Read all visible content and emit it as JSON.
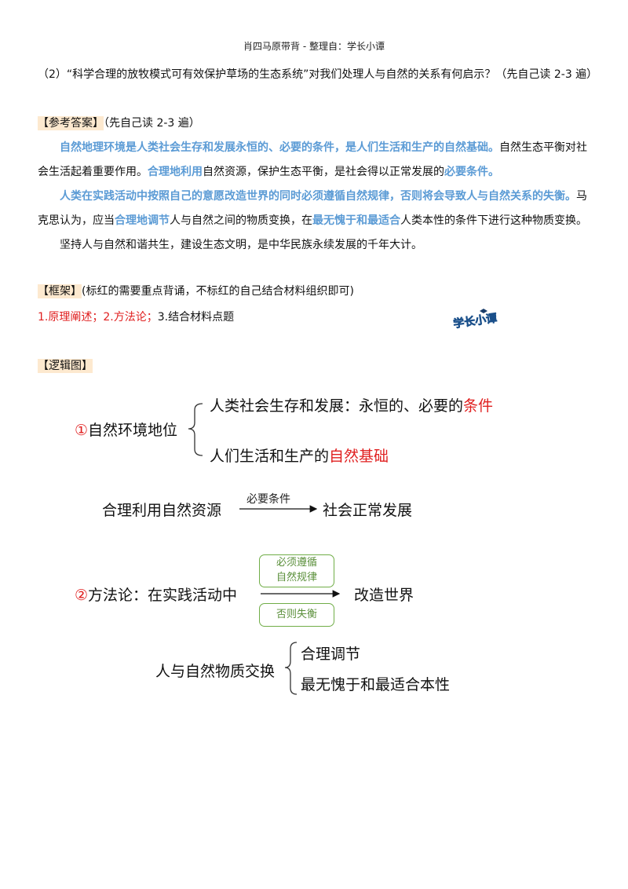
{
  "header": "肖四马原带背 - 整理自：学长小谭",
  "question": "（2）“科学合理的放牧模式可有效保护草场的生态系统”对我们处理人与自然的关系有何启示？（先自己读 2-3 遍）",
  "answer_label": "【参考答案】",
  "answer_note": "（先自己读 2-3 遍）",
  "answer": {
    "p1_b1": "自然地理环境是人类社会生存和发展永恒的、必要的条件，是人们生活和生产的自然基础。",
    "p1_t1": "自然生态平衡对社会生活起着重要作用。",
    "p1_b2": "合理地利用",
    "p1_t2": "自然资源，保护生态平衡，是社会得以正常发展的",
    "p1_b3": "必要条件。",
    "p2_b1": "人类在实践活动中按照自己的意愿改造世界的同时必须遵循自然规律，否则将会导致人与自然关系的失衡。",
    "p2_t1": "马克思认为，应当",
    "p2_b2": "合理地调节",
    "p2_t2": "人与自然之间的物质变换，在",
    "p2_b3": "最无愧于和最适合",
    "p2_t3": "人类本性的条件下进行这种物质变换。",
    "p3": "坚持人与自然和谐共生，建设生态文明，是中华民族永续发展的千年大计。"
  },
  "framework_label": "【框架】",
  "framework_note": "(标红的需要重点背诵，不标红的自己结合材料组织即可)",
  "framework_red": "1.原理阐述；2.方法论；",
  "framework_rest": "3.结合材料点题",
  "logo_text": "学长小谭",
  "logic_label": "【逻辑图】",
  "diagram": {
    "n1_circle": "①",
    "n1_text": "自然环境地位",
    "b1_text": "人类社会生存和发展：永恒的、必要的",
    "b1_red": "条件",
    "b2_text": "人们生活和生产的",
    "b2_red": "自然基础",
    "use_left": "合理利用自然资源",
    "use_arrow_label": "必要条件",
    "use_right": "社会正常发展",
    "n2_circle": "②",
    "n2_text": "方法论：在实践活动中",
    "must_line1": "必须遵循",
    "must_line2": "自然规律",
    "else_label": "否则失衡",
    "transform": "改造世界",
    "exchange": "人与自然物质交换",
    "ex1": "合理调节",
    "ex2": "最无愧于和最适合本性"
  },
  "colors": {
    "blue": "#5b9bd5",
    "red": "#e02020",
    "green": "#70ad47",
    "label_bg": "#fde9cf"
  }
}
